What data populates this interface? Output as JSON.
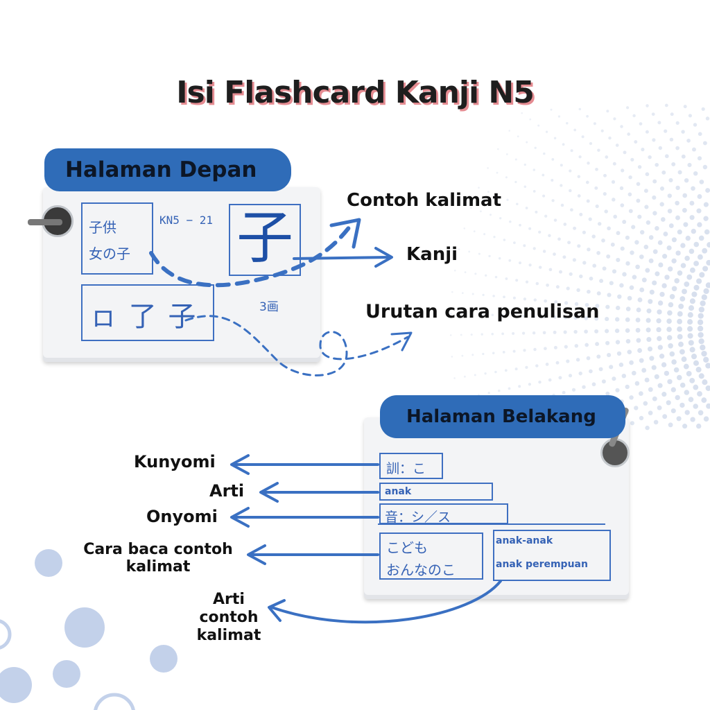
{
  "title": "Isi Flashcard Kanji N5",
  "front": {
    "heading": "Halaman Depan",
    "vocab": [
      "子供",
      "女の子"
    ],
    "card_code": "KN5 − 21",
    "kanji": "子",
    "stroke_order": "ㇿ 了 子",
    "stroke_count": "3画"
  },
  "front_labels": {
    "example": "Contoh kalimat",
    "kanji": "Kanji",
    "stroke": "Urutan cara penulisan"
  },
  "back": {
    "heading": "Halaman Belakang",
    "kunyomi_value": "訓：こ",
    "meaning_value": "anak",
    "onyomi_value": "音：シ／ス",
    "reading": [
      "こども",
      "おんなのこ"
    ],
    "translation": [
      "anak-anak",
      "anak perempuan"
    ]
  },
  "back_labels": {
    "kunyomi": "Kunyomi",
    "meaning": "Arti",
    "onyomi": "Onyomi",
    "reading_line1": "Cara baca contoh",
    "reading_line2": "kalimat",
    "translation_line1": "Arti",
    "translation_line2": "contoh",
    "translation_line3": "kalimat"
  },
  "colors": {
    "accent": "#2f6cb8",
    "arrow": "#3a70c2",
    "card": "#f3f4f6",
    "title_shadow": "#e58c92"
  }
}
